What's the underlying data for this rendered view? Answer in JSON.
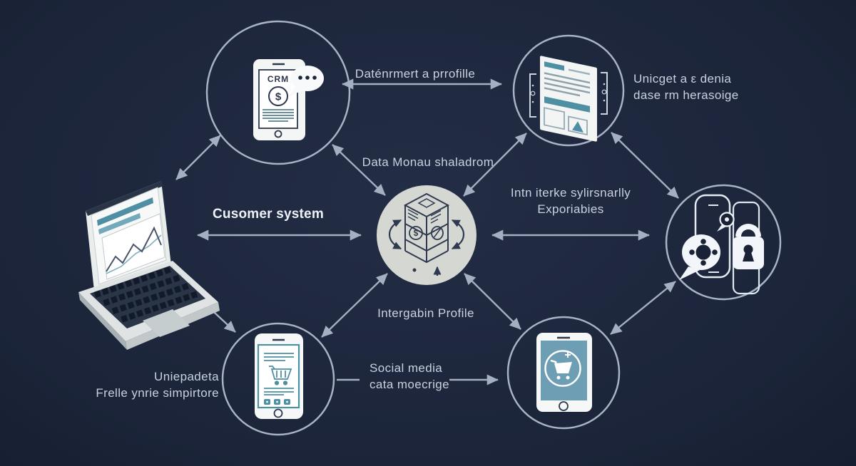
{
  "colors": {
    "background": "#1a2336",
    "accent_teal": "#4e8fa4",
    "connector_gray": "#a4afc2",
    "hub_fill": "#d5d8d2",
    "label_text": "#c9d2e0"
  },
  "labels": {
    "top_link": "Daténrmert a prrofille",
    "doc_caption": [
      "Unicget a ε denia",
      "dase rm herasoige"
    ],
    "hub_top_link": "Data Monau shaladrom",
    "hub_right_link": [
      "Intn iterke sylirsnarlly",
      "Exporiabies"
    ],
    "laptop_caption": "Cusomer system",
    "hub_bottom_link": "Intergabin Profile",
    "phone_caption": [
      "Uniepadeta",
      "Frelle ynrie simpirtore"
    ],
    "bottom_link": [
      "Social media",
      "cata moecrige"
    ]
  },
  "nodes": {
    "crm_phone": {
      "title": "CRM",
      "symbol": "$"
    },
    "hub": {
      "symbol": "$"
    }
  }
}
